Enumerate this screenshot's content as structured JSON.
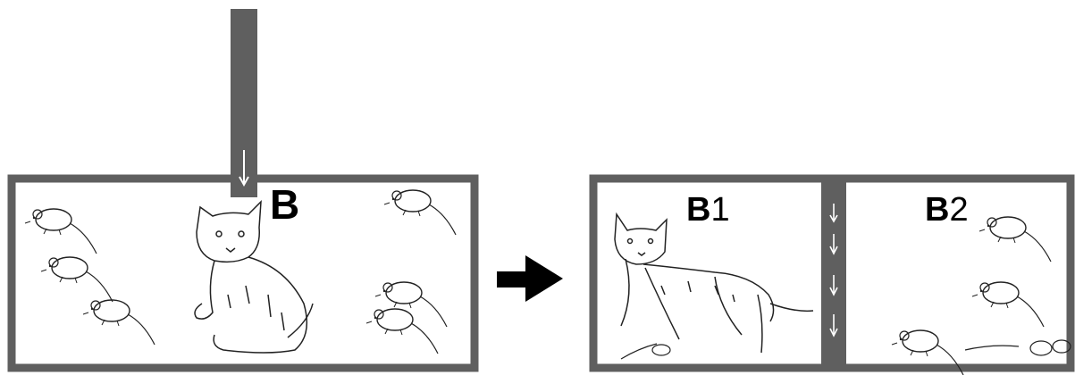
{
  "labels": {
    "left_box_main": "B",
    "right_box_1_letter": "B",
    "right_box_1_num": "1",
    "right_box_2_letter": "B",
    "right_box_2_num": "2"
  },
  "colors": {
    "frame": "#5f5f5f",
    "sketch": "#222222",
    "arrow": "#000000",
    "background": "#ffffff"
  },
  "scene": {
    "left_box_mice": 6,
    "left_box_cats": 1,
    "right_box_1_cats": 1,
    "right_box_1_mice": 1,
    "right_box_2_mice": 4
  }
}
